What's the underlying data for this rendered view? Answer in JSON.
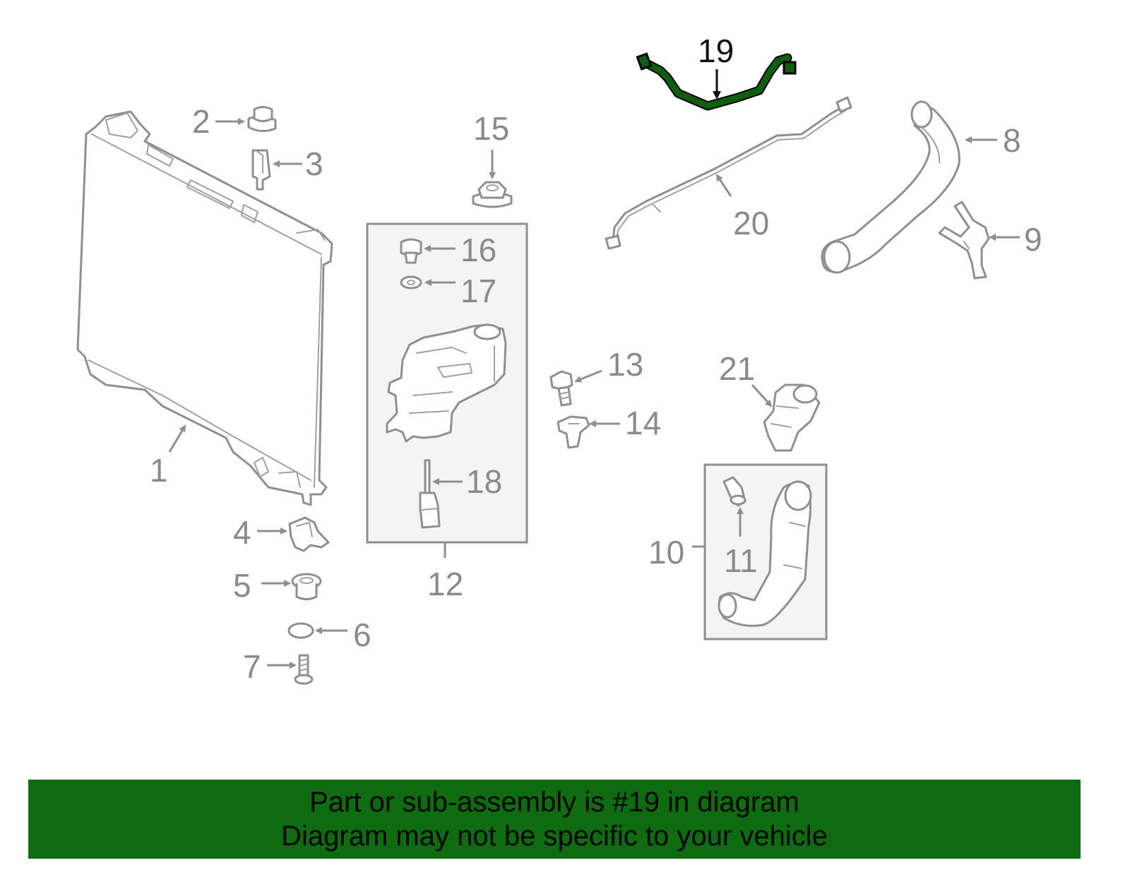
{
  "diagram": {
    "labels": {
      "p1": "1",
      "p2": "2",
      "p3": "3",
      "p4": "4",
      "p5": "5",
      "p6": "6",
      "p7": "7",
      "p8": "8",
      "p9": "9",
      "p10": "10",
      "p11": "11",
      "p12": "12",
      "p13": "13",
      "p14": "14",
      "p15": "15",
      "p16": "16",
      "p17": "17",
      "p18": "18",
      "p19": "19",
      "p20": "20",
      "p21": "21"
    },
    "highlight_color": "#0f6b0f",
    "line_color": "#8f8f8f"
  },
  "banner": {
    "line1": "Part or sub-assembly is #19 in diagram",
    "line2": "Diagram may not be specific to your vehicle",
    "color": "#0f6b0f"
  }
}
